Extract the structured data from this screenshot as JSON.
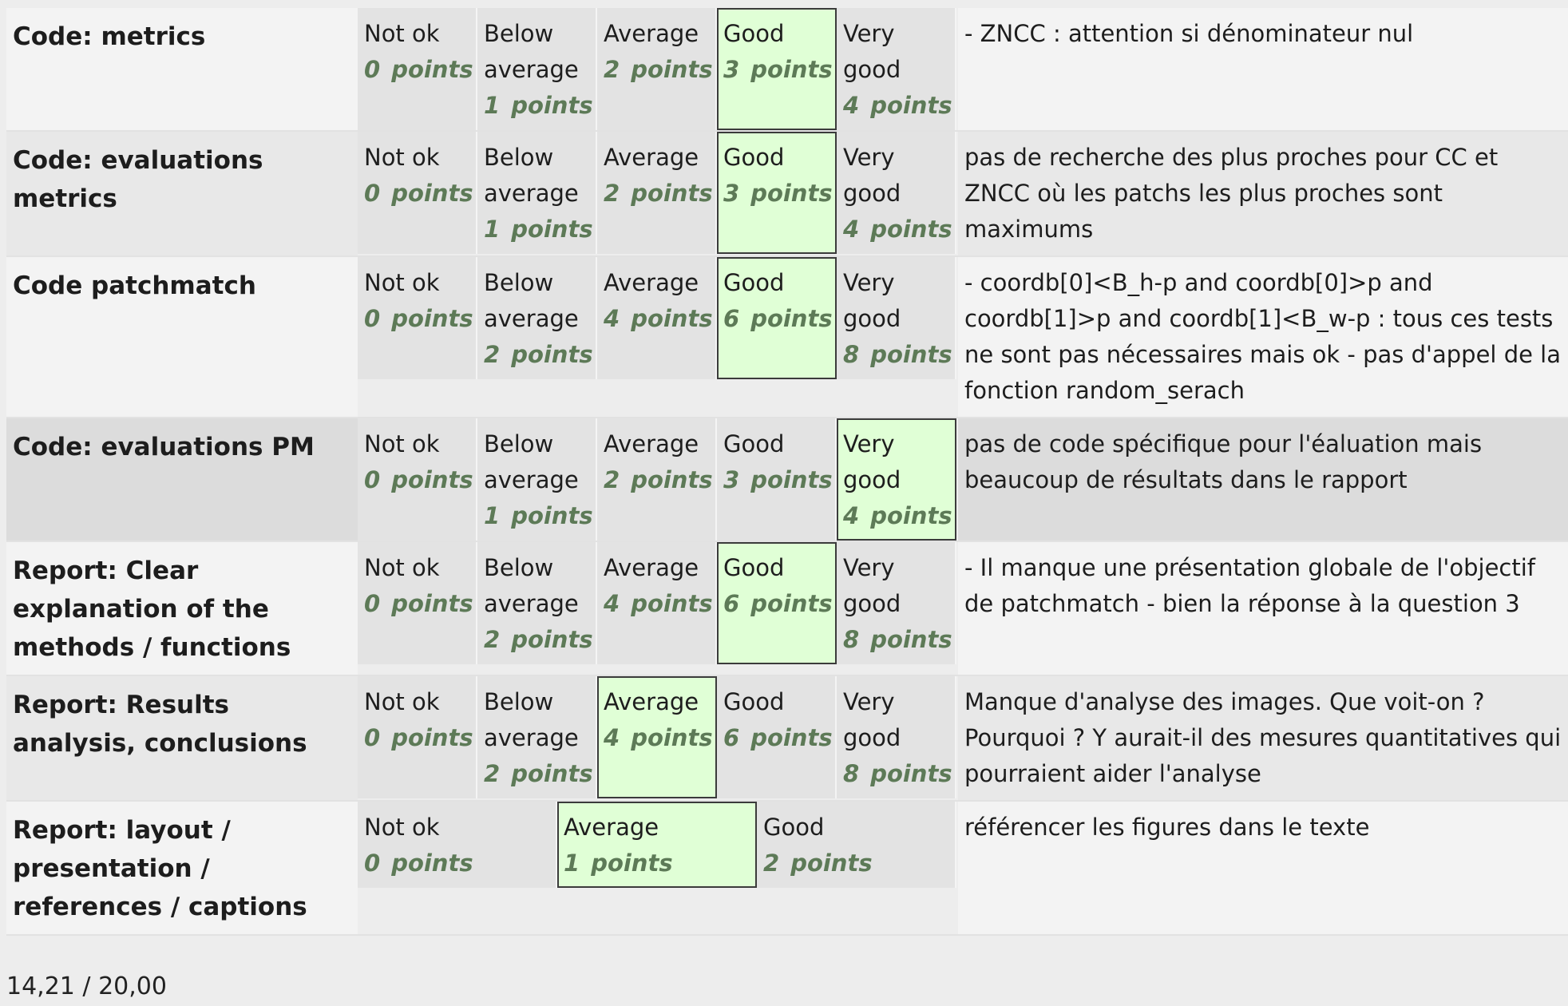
{
  "rubric": {
    "criteria": [
      {
        "name": "Code: metrics",
        "levels": [
          {
            "definition": "Not ok",
            "score": "0",
            "unit": "points",
            "selected": false
          },
          {
            "definition": "Below average",
            "score": "1",
            "unit": "points",
            "selected": false
          },
          {
            "definition": "Average",
            "score": "2",
            "unit": "points",
            "selected": false
          },
          {
            "definition": "Good",
            "score": "3",
            "unit": "points",
            "selected": true
          },
          {
            "definition": "Very good",
            "score": "4",
            "unit": "points",
            "selected": false
          }
        ],
        "remark": "- ZNCC : attention si dénominateur nul"
      },
      {
        "name": "Code: evaluations metrics",
        "levels": [
          {
            "definition": "Not ok",
            "score": "0",
            "unit": "points",
            "selected": false
          },
          {
            "definition": "Below average",
            "score": "1",
            "unit": "points",
            "selected": false
          },
          {
            "definition": "Average",
            "score": "2",
            "unit": "points",
            "selected": false
          },
          {
            "definition": "Good",
            "score": "3",
            "unit": "points",
            "selected": true
          },
          {
            "definition": "Very good",
            "score": "4",
            "unit": "points",
            "selected": false
          }
        ],
        "remark": "pas de recherche des plus proches pour CC et ZNCC où les patchs les plus proches sont maximums"
      },
      {
        "name": "Code patchmatch",
        "levels": [
          {
            "definition": "Not ok",
            "score": "0",
            "unit": "points",
            "selected": false
          },
          {
            "definition": "Below average",
            "score": "2",
            "unit": "points",
            "selected": false
          },
          {
            "definition": "Average",
            "score": "4",
            "unit": "points",
            "selected": false
          },
          {
            "definition": "Good",
            "score": "6",
            "unit": "points",
            "selected": true
          },
          {
            "definition": "Very good",
            "score": "8",
            "unit": "points",
            "selected": false
          }
        ],
        "remark": "- coordb[0]<B_h-p and coordb[0]>p and coordb[1]>p and coordb[1]<B_w-p : tous ces tests ne sont pas nécessaires mais ok - pas d'appel de la fonction random_serach"
      },
      {
        "name": "Code: evaluations PM",
        "levels": [
          {
            "definition": "Not ok",
            "score": "0",
            "unit": "points",
            "selected": false
          },
          {
            "definition": "Below average",
            "score": "1",
            "unit": "points",
            "selected": false
          },
          {
            "definition": "Average",
            "score": "2",
            "unit": "points",
            "selected": false
          },
          {
            "definition": "Good",
            "score": "3",
            "unit": "points",
            "selected": false
          },
          {
            "definition": "Very good",
            "score": "4",
            "unit": "points",
            "selected": true
          }
        ],
        "remark": "pas de code spécifique pour l'éaluation mais beaucoup de résultats dans le rapport"
      },
      {
        "name": "Report: Clear explanation of the methods / functions",
        "levels": [
          {
            "definition": "Not ok",
            "score": "0",
            "unit": "points",
            "selected": false
          },
          {
            "definition": "Below average",
            "score": "2",
            "unit": "points",
            "selected": false
          },
          {
            "definition": "Average",
            "score": "4",
            "unit": "points",
            "selected": false
          },
          {
            "definition": "Good",
            "score": "6",
            "unit": "points",
            "selected": true
          },
          {
            "definition": "Very good",
            "score": "8",
            "unit": "points",
            "selected": false
          }
        ],
        "remark": "- Il manque une présentation globale de l'objectif de patchmatch - bien la réponse à la question 3"
      },
      {
        "name": "Report: Results analysis, conclusions",
        "levels": [
          {
            "definition": "Not ok",
            "score": "0",
            "unit": "points",
            "selected": false
          },
          {
            "definition": "Below average",
            "score": "2",
            "unit": "points",
            "selected": false
          },
          {
            "definition": "Average",
            "score": "4",
            "unit": "points",
            "selected": true
          },
          {
            "definition": "Good",
            "score": "6",
            "unit": "points",
            "selected": false
          },
          {
            "definition": "Very good",
            "score": "8",
            "unit": "points",
            "selected": false
          }
        ],
        "remark": "Manque d'analyse des images. Que voit-on ? Pourquoi ? Y aurait-il des mesures quantitatives qui pourraient aider l'analyse"
      },
      {
        "name": "Report: layout / presentation / references / captions",
        "levels": [
          {
            "definition": "Not ok",
            "score": "0",
            "unit": "points",
            "selected": false
          },
          {
            "definition": "Average",
            "score": "1",
            "unit": "points",
            "selected": true
          },
          {
            "definition": "Good",
            "score": "2",
            "unit": "points",
            "selected": false
          }
        ],
        "remark": "référencer les figures dans le texte"
      }
    ]
  },
  "total": {
    "label": "14,21 / 20,00"
  },
  "colors": {
    "selected_fill": "#e0ffd6",
    "points_text": "#5d7a57",
    "level_fill": "#e3e3e3"
  }
}
